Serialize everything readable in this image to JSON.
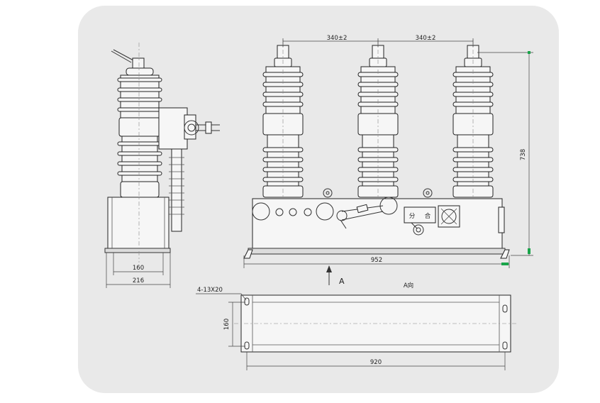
{
  "drawing": {
    "dims": {
      "pole_spacing_1": "340±2",
      "pole_spacing_2": "340±2",
      "overall_height": "738",
      "overall_width": "952",
      "side_base_inner": "160",
      "side_base_outer": "216",
      "hole_spec": "4-13X20",
      "plan_depth": "160",
      "plan_width": "920"
    },
    "view_arrow_label": "A",
    "view_title": "A向",
    "panel_glyphs": {
      "open_mark": "分",
      "close_mark": "合"
    },
    "colors": {
      "panel_background": "#e9e9e9",
      "line": "#333333",
      "marker": "#19a54a"
    }
  }
}
